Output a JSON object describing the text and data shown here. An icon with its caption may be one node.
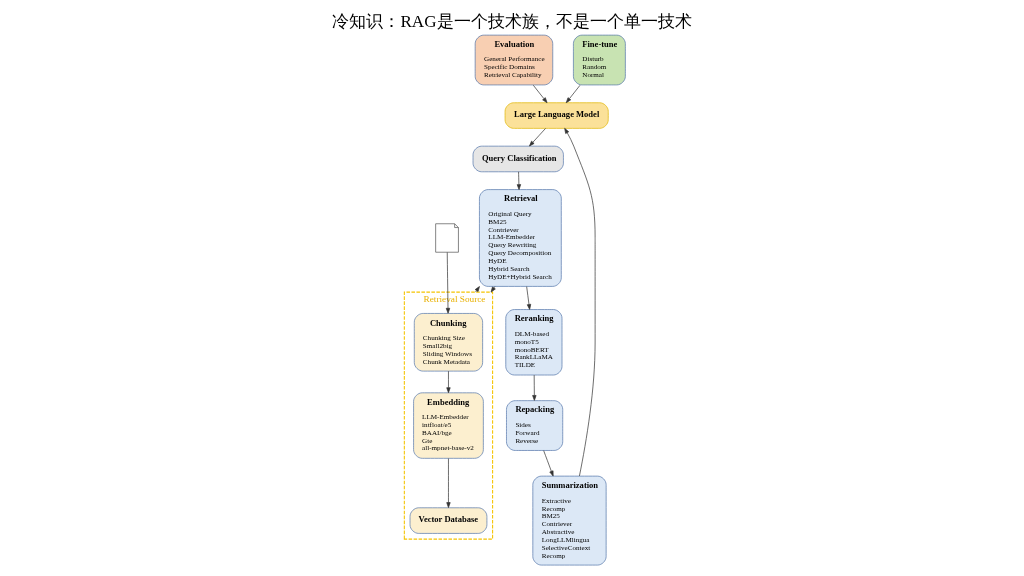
{
  "diagram": {
    "title": "冷知识：RAG是一个技术族，不是一个单一技术",
    "nodes": [
      {
        "text": [
          "Evaluation",
          "General Performance",
          "Specific Domains",
          "Retrieval Capability"
        ]
      },
      {
        "text": [
          "Fine-tune",
          "Disturb",
          "Random",
          "Normal"
        ]
      },
      {
        "text": [
          "Summarization",
          "Extractive",
          "Recomp",
          "BM25",
          "Contriever",
          "Abstractive",
          "LongLLMlingua",
          "SelectiveContext",
          "Recomp"
        ]
      },
      {
        "text": [
          "Repacking",
          "Sides",
          "Forward",
          "Reverse"
        ]
      },
      {
        "text": [
          "Large Language Model"
        ]
      },
      {
        "text": [
          "Query Classification"
        ]
      },
      {
        "text": [
          "Retrieval",
          "Original Query",
          "BM25",
          "Contriever",
          "LLM-Embedder",
          "Query Rewriting",
          "Query Decomposition",
          "HyDE",
          "Hybrid Search",
          "HyDE+Hybrid Search"
        ]
      },
      {
        "text": [
          "Reranking",
          "DLM-based",
          "monoT5",
          "monoBERT",
          "RankLLaMA",
          "TILDE"
        ]
      },
      {
        "text": [],
        "shape": "picture"
      },
      {
        "text": [
          "Retrieval Source"
        ]
      },
      {
        "text": [
          "Chunking",
          "Chunking Size",
          "Small2big",
          "Sliding Windows",
          "Chunk Metadata"
        ],
        "in": 9
      },
      {
        "text": [
          "Embedding",
          "LLM-Embedder",
          "intfloat/e5",
          "BAAI/bge",
          "Gte",
          "all-mpnet-base-v2"
        ],
        "in": 9
      },
      {
        "text": [
          "Vector Database"
        ],
        "in": 9
      }
    ],
    "edges": [
      {
        "from": 0,
        "to": 4,
        "arrow": "to"
      },
      {
        "from": 1,
        "to": 4,
        "arrow": "to"
      },
      {
        "from": 2,
        "to": 4,
        "arrow": "to"
      },
      {
        "from": 4,
        "to": 5,
        "arrow": "to"
      },
      {
        "from": 5,
        "to": 6,
        "arrow": "to"
      },
      {
        "from": 6,
        "to": 9,
        "arrow": "to"
      },
      {
        "from": 9,
        "to": 6,
        "arrow": "to"
      },
      {
        "from": 6,
        "to": 7,
        "arrow": "to"
      },
      {
        "from": 7,
        "to": 3,
        "arrow": "to"
      },
      {
        "from": 3,
        "to": 2,
        "arrow": "to"
      },
      {
        "from": 8,
        "to": 10,
        "arrow": "to"
      },
      {
        "from": 10,
        "to": 11,
        "arrow": "to"
      },
      {
        "from": 11,
        "to": 12,
        "arrow": "to"
      }
    ]
  }
}
